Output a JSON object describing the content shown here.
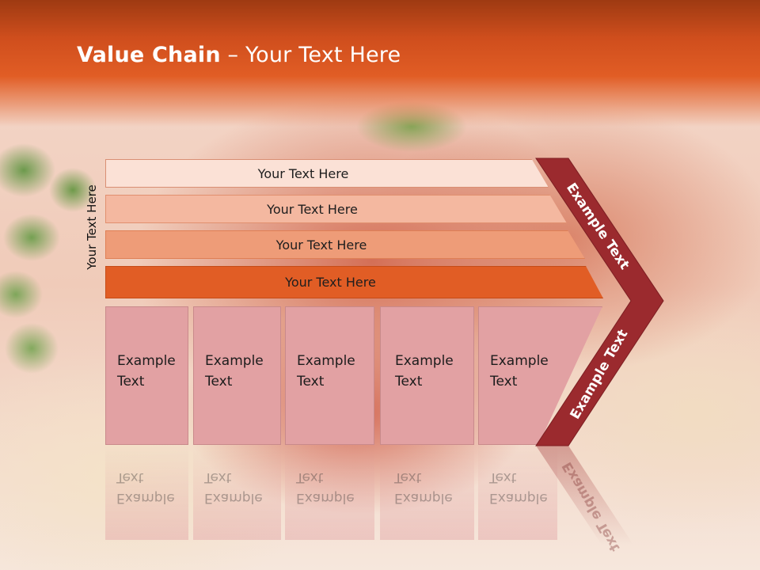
{
  "slide": {
    "title_bold": "Value Chain",
    "title_rest": " – Your Text Here",
    "side_label": "Your Text Here",
    "bars": [
      {
        "label": "Your Text Here",
        "color": "#fbe1d6"
      },
      {
        "label": "Your Text Here",
        "color": "#f4b8a0"
      },
      {
        "label": "Your Text Here",
        "color": "#ee9c78"
      },
      {
        "label": "Your Text Here",
        "color": "#e15d25"
      }
    ],
    "boxes": [
      {
        "line1": "Example",
        "line2": "Text"
      },
      {
        "line1": "Example",
        "line2": "Text"
      },
      {
        "line1": "Example",
        "line2": "Text"
      },
      {
        "line1": "Example",
        "line2": "Text"
      },
      {
        "line1": "Example",
        "line2": "Text"
      }
    ],
    "chevron": {
      "top_label": "Example Text",
      "bottom_label": "Example Text",
      "color": "#9b2a2e"
    },
    "colors": {
      "header": "#e15d25",
      "box": "#e2a1a3"
    }
  }
}
